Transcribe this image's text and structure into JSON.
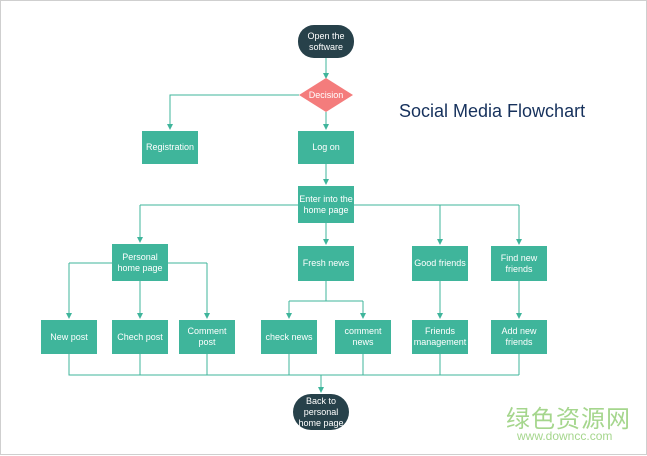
{
  "title": "Social Media Flowchart",
  "colors": {
    "process": "#3fb59b",
    "terminal": "#27414a",
    "decision": "#f47c7c",
    "connector": "#3fb59b",
    "title": "#16315c"
  },
  "nodes": {
    "start": "Open the\nsoftware",
    "decision": "Decision",
    "registration": "Registration",
    "login": "Log on",
    "home": "Enter into the\nhome page",
    "personal": "Personal\nhome page",
    "fresh": "Fresh news",
    "good": "Good friends",
    "find": "Find new\nfriends",
    "newpost": "New post",
    "chechpost": "Chech post",
    "commentpost": "Comment\npost",
    "checknews": "check news",
    "commentnews": "comment\nnews",
    "friendsmgmt": "Friends\nmanagement",
    "addfriends": "Add new\nfriends",
    "back": "Back to\npersonal\nhome page"
  },
  "watermark": {
    "main": "绿色资源网",
    "url": "www.downcc.com"
  }
}
